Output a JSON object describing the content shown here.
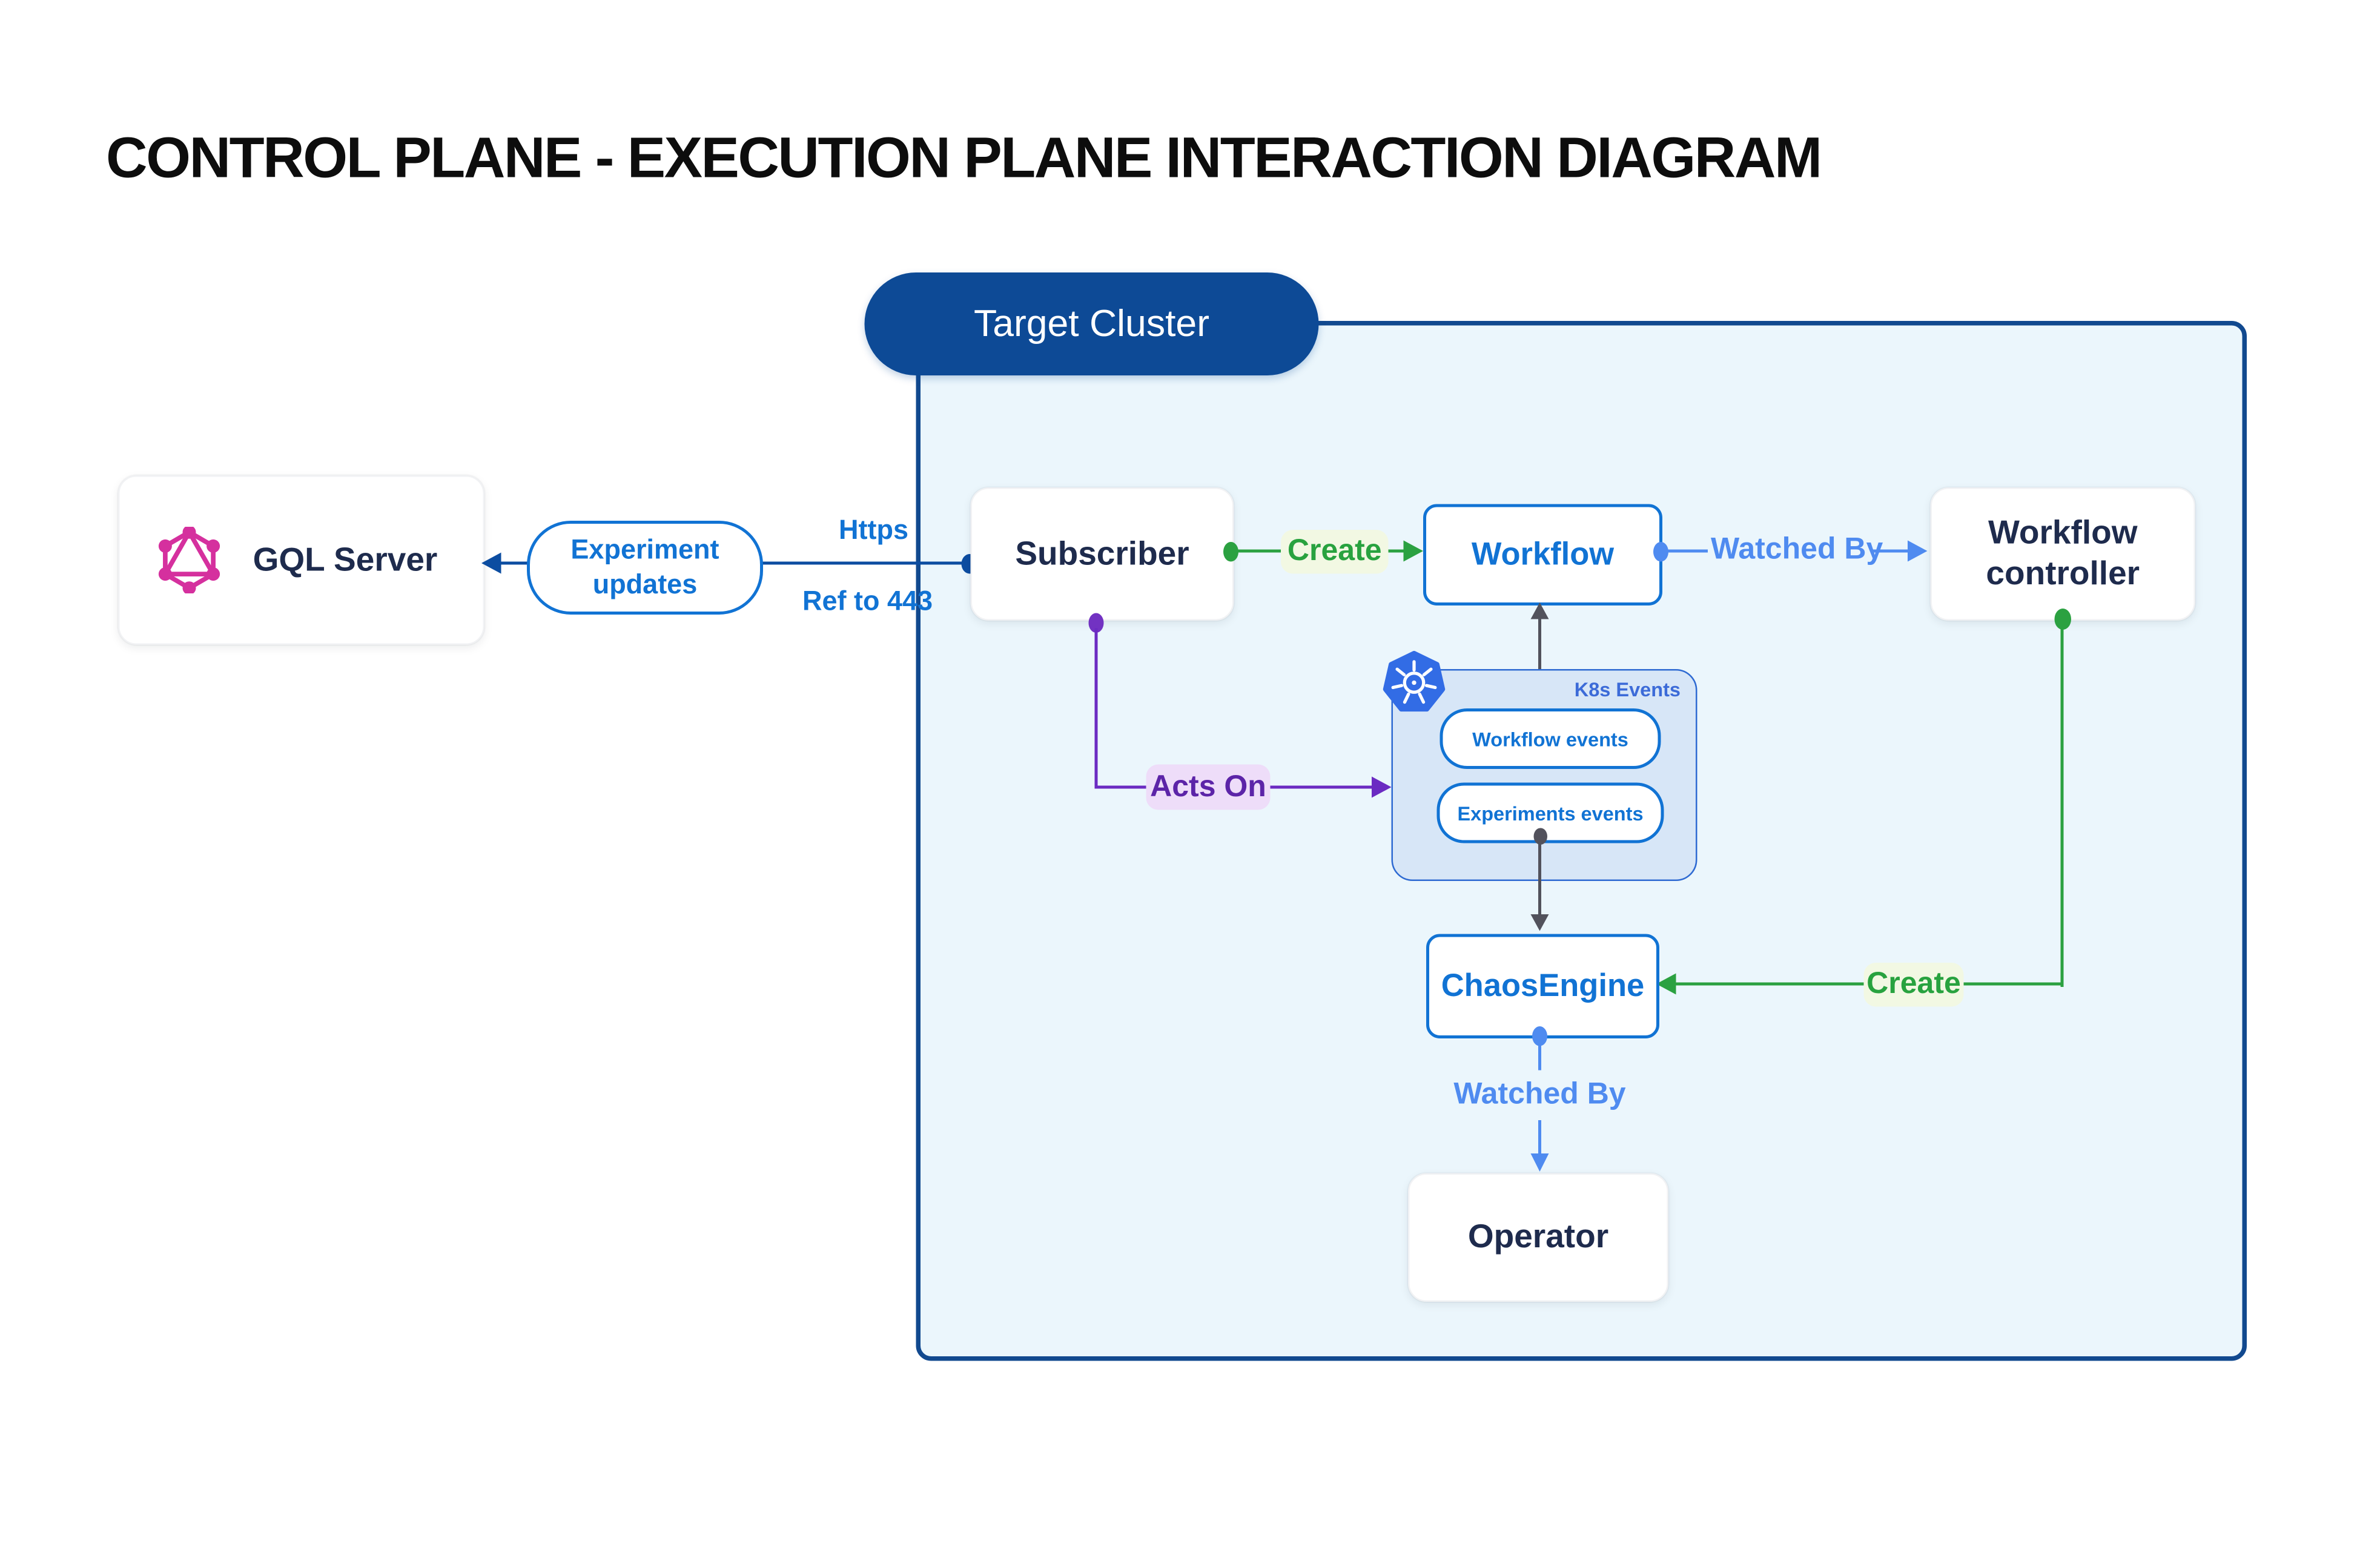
{
  "title": "CONTROL PLANE - EXECUTION PLANE INTERACTION DIAGRAM",
  "theme": {
    "navy-text": "#1e2b4d",
    "accent-blue": "#1173d4",
    "dark-blue": "#0c4da1",
    "cluster-border-blue": "#11498f",
    "cluster-fill": "#ebf6fc",
    "k8s-fill": "#d7e6f7",
    "k8s-border": "#2e6ad2",
    "k8s-label-blue": "#3c6bd8",
    "light-blue": "#4f8bf0",
    "green": "#2ba141",
    "green-text": "#28a23f",
    "green-bg": "#f2f8e3",
    "purple": "#6b2bc2",
    "purple-text": "#5c24a8",
    "purple-bg": "#eeddf9",
    "gray-line": "#52525c",
    "graphql-pink": "#d5309e",
    "kubernetes-blue": "#326ce5"
  },
  "nodes": {
    "gql_server": {
      "label": "GQL Server"
    },
    "target_cluster": {
      "label": "Target Cluster"
    },
    "subscriber": {
      "label": "Subscriber"
    },
    "workflow": {
      "label": "Workflow"
    },
    "workflow_controller": {
      "label": "Workflow controller"
    },
    "k8s_events": {
      "label": "K8s Events",
      "pills": [
        "Workflow events",
        "Experiments events"
      ]
    },
    "chaos_engine": {
      "label": "ChaosEngine"
    },
    "operator": {
      "label": "Operator"
    }
  },
  "edges": {
    "experiment_updates": {
      "label": "Experiment updates",
      "above_line": "Https",
      "below_line": "Ref to 443"
    },
    "create_workflow": {
      "label": "Create"
    },
    "watched_by_controller": {
      "label": "Watched By"
    },
    "acts_on": {
      "label": "Acts On"
    },
    "create_chaosengine": {
      "label": "Create"
    },
    "watched_by_operator": {
      "label": "Watched By"
    }
  }
}
